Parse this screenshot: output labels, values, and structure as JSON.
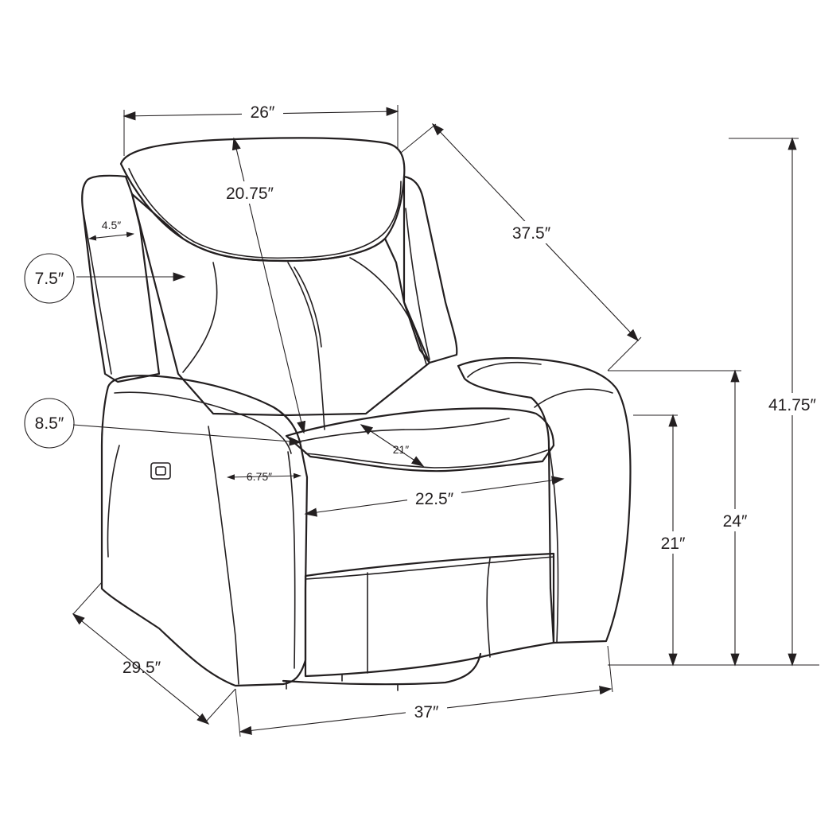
{
  "dimensions": {
    "back_width": "26″",
    "back_height": "20.75″",
    "recline_depth": "37.5″",
    "overall_height": "41.75″",
    "arm_height": "24″",
    "seat_height": "21″",
    "headrest_thickness": "4.5″",
    "back_cushion_thickness": "7.5″",
    "arm_width_top": "8.5″",
    "arm_width_front": "6.75″",
    "seat_depth": "21″",
    "seat_width": "22.5″",
    "overall_depth": "29.5″",
    "overall_width": "37″"
  }
}
